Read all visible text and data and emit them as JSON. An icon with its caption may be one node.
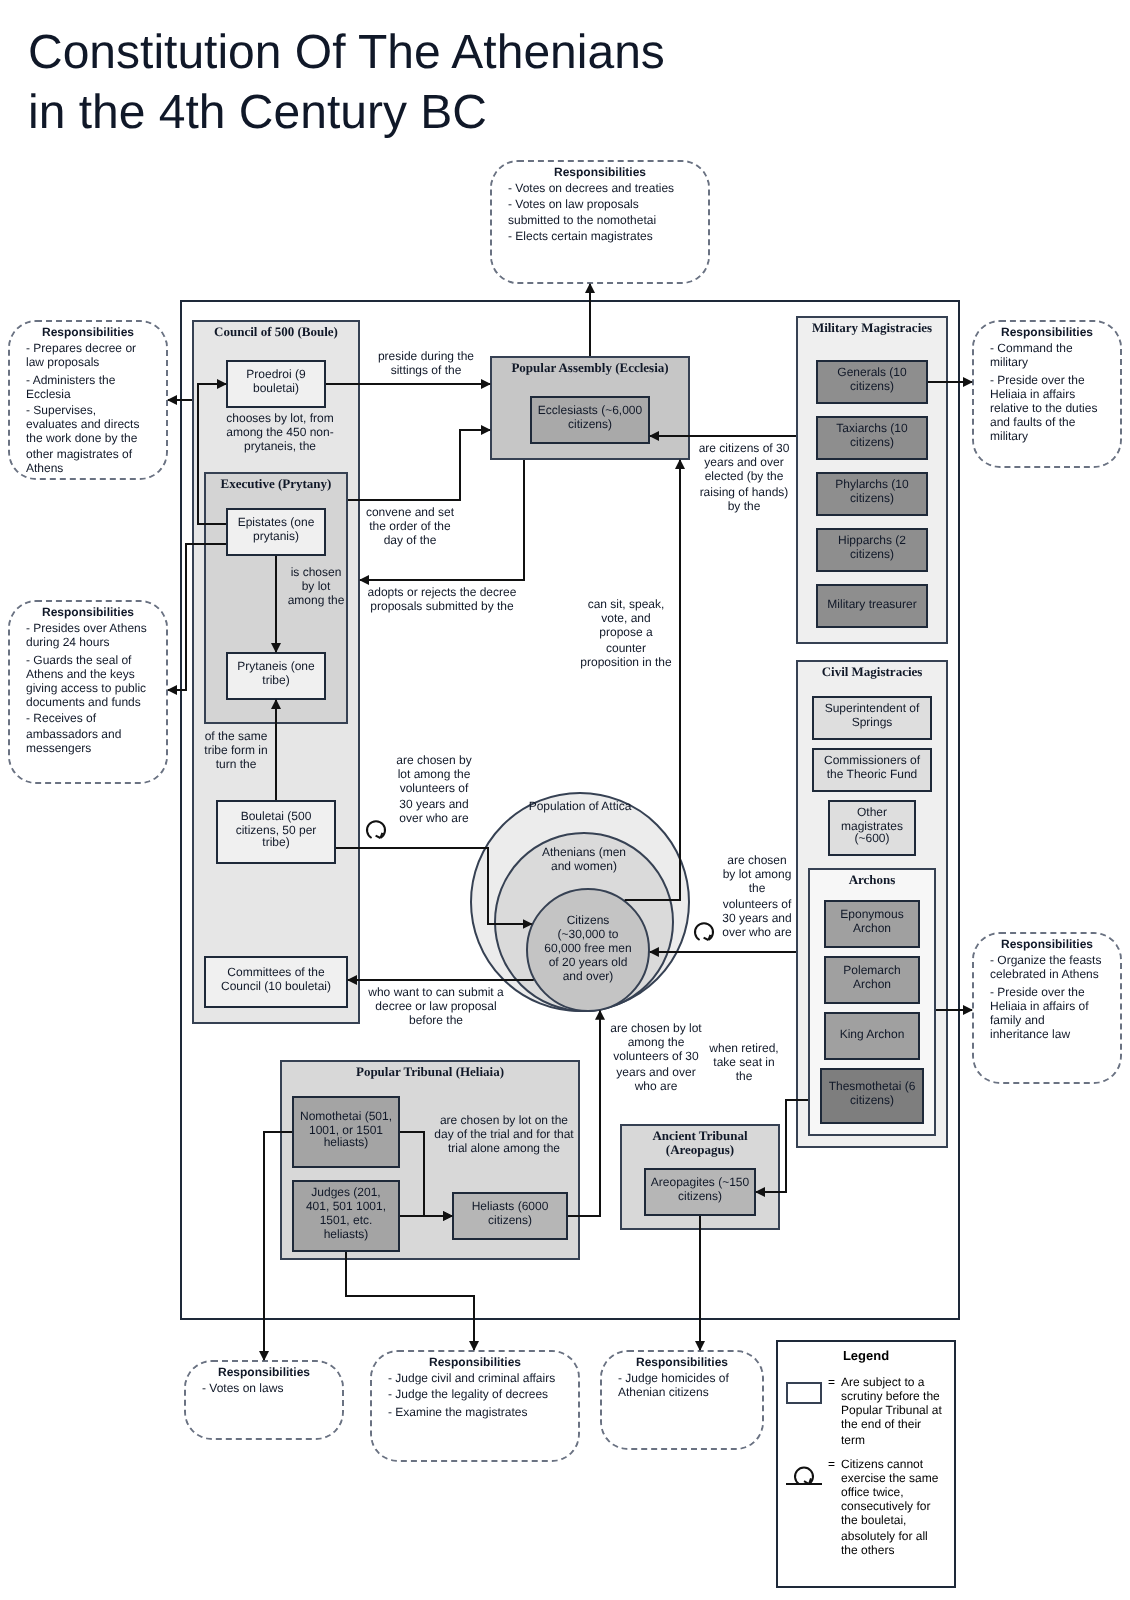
{
  "diagram": {
    "title": "Constitution Of The Athenians in the 4th Century BC",
    "nodes": [
      {
        "text": [
          "Responsibilities",
          "- Prepares decree or law proposals",
          "- Administers the Ecclesia",
          "- Supervises, evaluates and directs the work done by the other magistrates of Athens"
        ]
      },
      {
        "text": [
          "Responsibilities",
          "- Presides over Athens during 24 hours",
          "- Guards the seal of Athens and the keys giving access to public documents and funds",
          "- Receives of ambassadors and messengers"
        ]
      },
      {
        "text": [
          "Responsibilities",
          "- Votes on decrees and treaties",
          "- Votes on law proposals submitted to the nomothetai",
          "- Elects certain magistrates"
        ]
      },
      {
        "text": [
          "Responsibilities",
          "- Command the military",
          "- Preside over the Heliaia in affairs relative to the duties and faults of the military"
        ]
      },
      {
        "text": [
          "Council of 500 (Boule)"
        ]
      },
      {
        "text": [
          "Proedroi (9 bouletai)"
        ],
        "in": 4
      },
      {
        "text": [
          "Executive (Prytany)"
        ],
        "in": 4
      },
      {
        "text": [
          "Epistates (one prytanis)"
        ],
        "in": 6
      },
      {
        "text": [
          "Prytaneis (one tribe)"
        ],
        "in": 6
      },
      {
        "text": [
          "Bouletai (500 citizens, 50 per tribe)"
        ],
        "in": 4
      },
      {
        "text": [
          "Committees of the Council (10 bouletai)"
        ],
        "in": 4
      },
      {
        "text": [
          "Popular Assembly (Ecclesia)"
        ]
      },
      {
        "text": [
          "Ecclesiasts (~6,000 citizens)"
        ],
        "in": 11
      },
      {
        "text": [
          "Population of Attica"
        ]
      },
      {
        "text": [
          "Athenians (men and women)"
        ],
        "in": 13
      },
      {
        "text": [
          "Citizens (~30,000 to 60,000 free men of 20 years old and over)"
        ],
        "in": 14
      },
      {
        "text": [
          "Military Magistracies"
        ]
      },
      {
        "text": [
          "Generals (10 citizens)"
        ],
        "in": 16
      },
      {
        "text": [
          "Taxiarchs (10 citizens)"
        ],
        "in": 16
      },
      {
        "text": [
          "Phylarchs (10 citizens)"
        ],
        "in": 16
      },
      {
        "text": [
          "Hipparchs (2 citizens)"
        ],
        "in": 16
      },
      {
        "text": [
          "Military treasurer"
        ],
        "in": 16
      },
      {
        "text": [
          "Civil Magistracies"
        ]
      },
      {
        "text": [
          "Superintendent of Springs"
        ],
        "in": 22
      },
      {
        "text": [
          "Commissioners of the Theoric Fund"
        ],
        "in": 22
      },
      {
        "text": [
          "Other magistrates (~600)"
        ],
        "in": 22
      },
      {
        "text": [
          "Archons"
        ],
        "in": 22
      },
      {
        "text": [
          "Eponymous Archon"
        ],
        "in": 26
      },
      {
        "text": [
          "Polemarch Archon"
        ],
        "in": 26
      },
      {
        "text": [
          "King Archon"
        ],
        "in": 26
      },
      {
        "text": [
          "Thesmothetai (6 citizens)"
        ],
        "in": 26
      },
      {
        "text": [
          "Responsibilities",
          "- Organize the feasts celebrated in Athens",
          "- Preside over the Heliaia in affairs of family and inheritance law"
        ]
      },
      {
        "text": [
          "Popular Tribunal (Heliaia)"
        ]
      },
      {
        "text": [
          "Nomothetai (501, 1001, or 1501 heliasts)"
        ],
        "in": 32
      },
      {
        "text": [
          "Judges (201, 401, 501 1001, 1501, etc. heliasts)"
        ],
        "in": 32
      },
      {
        "text": [
          "Heliasts (6000 citizens)"
        ],
        "in": 32
      },
      {
        "text": [
          "Ancient Tribunal (Areopagus)"
        ]
      },
      {
        "text": [
          "Areopagites (~150 citizens)"
        ],
        "in": 36
      },
      {
        "text": [
          "Responsibilities",
          "- Votes on laws"
        ]
      },
      {
        "text": [
          "Responsibilities",
          "- Judge civil and criminal affairs",
          "- Judge the legality of decrees",
          "- Examine the magistrates"
        ]
      },
      {
        "text": [
          "Responsibilities",
          "- Judge homicides of Athenian citizens"
        ]
      }
    ],
    "edges": [
      {
        "from": 4,
        "to": 0,
        "arrow": "to"
      },
      {
        "from": 7,
        "to": 1,
        "arrow": "to"
      },
      {
        "from": 11,
        "to": 2,
        "arrow": "to"
      },
      {
        "from": 17,
        "to": 3,
        "arrow": "to"
      },
      {
        "from": 26,
        "to": 31,
        "arrow": "to"
      },
      {
        "from": 33,
        "to": 38,
        "arrow": "to"
      },
      {
        "from": 34,
        "to": 39,
        "arrow": "to"
      },
      {
        "from": 37,
        "to": 40,
        "arrow": "to"
      },
      {
        "from": 5,
        "to": 11,
        "arrow": "to",
        "label": "preside during the sittings of the"
      },
      {
        "from": 7,
        "to": 5,
        "arrow": "to",
        "label": "chooses by lot, from among the 450 non-prytaneis, the"
      },
      {
        "from": 7,
        "to": 8,
        "arrow": "to",
        "label": "is chosen by lot among the"
      },
      {
        "from": 9,
        "to": 8,
        "arrow": "to",
        "label": "of the same tribe form in turn the"
      },
      {
        "from": 6,
        "to": 11,
        "arrow": "to",
        "label": "convene and set the order of the day of the"
      },
      {
        "from": 11,
        "to": 4,
        "arrow": "to",
        "label": "adopts or rejects the decree proposals submitted by the"
      },
      {
        "from": 15,
        "to": 11,
        "arrow": "to",
        "label": "can sit, speak, vote, and propose a counter proposition in the"
      },
      {
        "from": 16,
        "to": 12,
        "arrow": "to",
        "label": "are citizens of 30 years and over elected (by the raising of hands) by the"
      },
      {
        "from": 9,
        "to": 15,
        "arrow": "to",
        "label": "are chosen by lot among the volunteers of 30 years and over who are"
      },
      {
        "from": 15,
        "to": 10,
        "arrow": "to",
        "label": "who want to can submit a decree or law proposal before the"
      },
      {
        "from": 22,
        "to": 15,
        "arrow": "to",
        "label": "are chosen by lot among the volunteers of 30 years and over who are"
      },
      {
        "from": 35,
        "to": 15,
        "arrow": "to",
        "label": "are chosen by lot among the volunteers of 30 years and over who are"
      },
      {
        "from": 33,
        "to": 35,
        "arrow": "to",
        "label": "are chosen by lot on the day of the trial and for that trial alone among the"
      },
      {
        "from": 34,
        "to": 35,
        "arrow": "to"
      },
      {
        "from": 26,
        "to": 37,
        "arrow": "to",
        "label": "when retired, take seat in the"
      }
    ],
    "labels": [
      "Legend",
      "=",
      "="
    ],
    "legend": [
      {
        "text": "Are subject to a scrutiny before the Popular Tribunal at the end of their term"
      },
      {
        "text": "Citizens cannot exercise the same office twice, consecutively for the bouletai, absolutely for all the others"
      }
    ]
  }
}
